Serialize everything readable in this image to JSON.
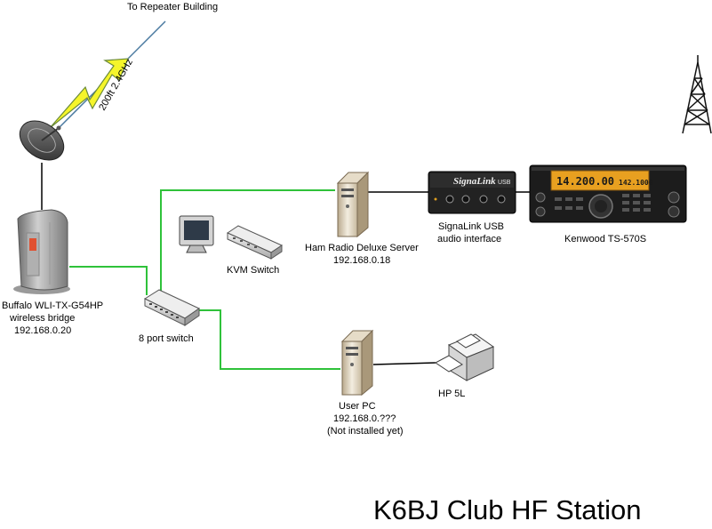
{
  "diagram": {
    "title": "K6BJ Club HF Station",
    "link": {
      "to": "To Repeater Building",
      "spec": "200ft 2.4GHz"
    },
    "bridge": {
      "line1": "Buffalo WLI-TX-G54HP",
      "line2": "wireless bridge",
      "line3": "192.168.0.20"
    },
    "switch": {
      "label": "8 port switch"
    },
    "kvm": {
      "label": "KVM Switch"
    },
    "server": {
      "line1": "Ham Radio Deluxe Server",
      "line2": "192.168.0.18"
    },
    "signalink": {
      "line1": "SignaLink USB",
      "line2": "audio interface",
      "brand": "SignaLink",
      "model": "USB"
    },
    "radio": {
      "label": "Kenwood TS-570S",
      "freq_main": "14.200.00",
      "freq_sub": "142.1000"
    },
    "userpc": {
      "line1": "User PC",
      "line2": "192.168.0.???",
      "line3": "(Not installed yet)"
    },
    "printer": {
      "label": "HP 5L"
    }
  },
  "colors": {
    "ethernet": "#2fc23a",
    "lightning_fill": "#f5f52a",
    "lightning_stroke": "#6a8a3a",
    "radio_display": "#e8a020"
  }
}
